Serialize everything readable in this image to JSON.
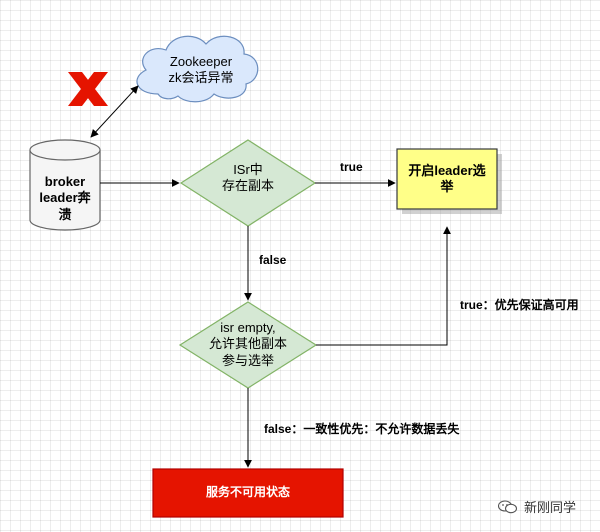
{
  "nodes": {
    "zookeeper": {
      "line1": "Zookeeper",
      "line2": "zk会话异常"
    },
    "broker": {
      "line1": "broker",
      "line2": "leader奔",
      "line3": "溃"
    },
    "isr_decision": {
      "line1": "ISr中",
      "line2": "存在副本"
    },
    "elect_leader": {
      "line1": "开启leader选",
      "line2": "举"
    },
    "isr_empty_decision": {
      "line1": "isr empty,",
      "line2": "允许其他副本",
      "line3": "参与选举"
    },
    "unavailable": {
      "label": "服务不可用状态"
    }
  },
  "edges": {
    "isr_true": "true",
    "isr_false": "false",
    "empty_true": "true：优先保证高可用",
    "empty_false": "false：一致性优先：不允许数据丢失"
  },
  "watermark": {
    "text": "新刚同学",
    "icon": "wechat-chat-icon"
  },
  "colors": {
    "cloud_fill": "#dae8fc",
    "cloud_stroke": "#6c8ebf",
    "decision_fill": "#d5e8d4",
    "decision_stroke": "#82b366",
    "elect_fill": "#ffff88",
    "elect_stroke": "#36393d",
    "unavailable_fill": "#e51400",
    "unavailable_stroke": "#b20000",
    "cross_color": "#e51400"
  }
}
